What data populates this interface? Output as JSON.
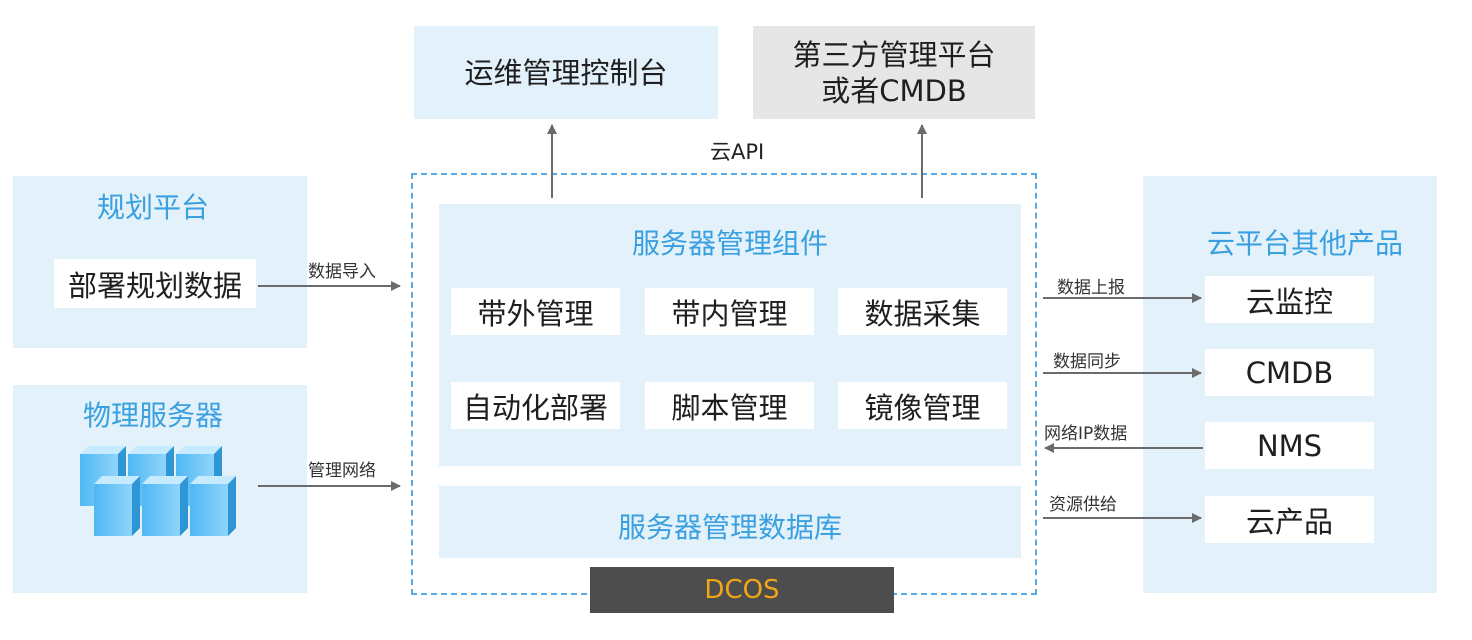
{
  "top": {
    "ops_console": "运维管理控制台",
    "third_party_line1": "第三方管理平台",
    "third_party_line2": "或者CMDB",
    "cloud_api": "云API"
  },
  "planning": {
    "title": "规划平台",
    "item": "部署规划数据",
    "arrow_label": "数据导入"
  },
  "physical": {
    "title": "物理服务器",
    "arrow_label": "管理网络"
  },
  "server_mgmt": {
    "title": "服务器管理组件",
    "components": [
      "带外管理",
      "带内管理",
      "数据采集",
      "自动化部署",
      "脚本管理",
      "镜像管理"
    ],
    "database": "服务器管理数据库",
    "dcos": "DCOS"
  },
  "cloud_other": {
    "title": "云平台其他产品",
    "items": [
      "云监控",
      "CMDB",
      "NMS",
      "云产品"
    ],
    "flows": [
      "数据上报",
      "数据同步",
      "网络IP数据",
      "资源供给"
    ]
  },
  "colors": {
    "panel_bg": "#e3f1fb",
    "title_blue": "#3aa0e0",
    "dashed_border": "#5aaae6",
    "gray_box": "#e6e6e6",
    "dcos_bg": "#4d4d4d",
    "dcos_text": "#f2a516",
    "arrow": "#6b6b6b"
  }
}
